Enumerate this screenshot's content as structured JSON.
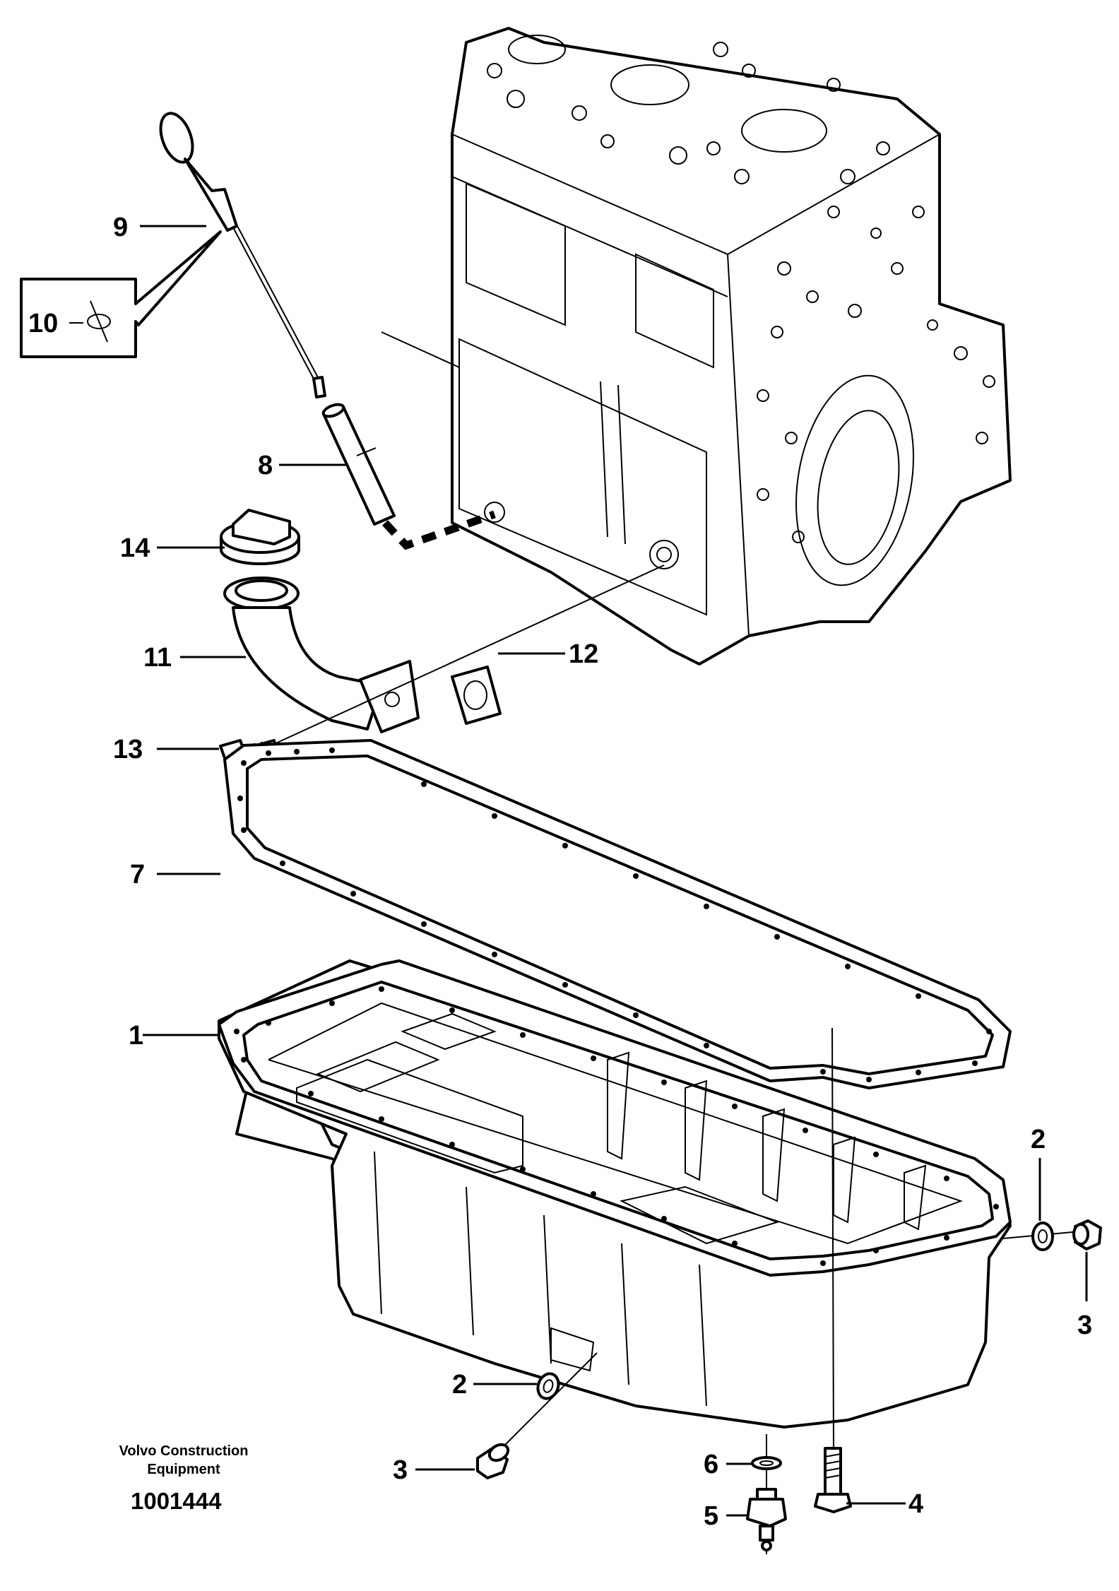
{
  "diagram": {
    "callouts": {
      "c1": "1",
      "c2a": "2",
      "c2b": "2",
      "c3a": "3",
      "c3b": "3",
      "c4": "4",
      "c5": "5",
      "c6": "6",
      "c7": "7",
      "c8": "8",
      "c9": "9",
      "c10": "10",
      "c11": "11",
      "c12": "12",
      "c13": "13",
      "c14": "14"
    },
    "footer": {
      "brand_line1": "Volvo Construction",
      "brand_line2": "Equipment",
      "doc_number": "1001444"
    }
  }
}
